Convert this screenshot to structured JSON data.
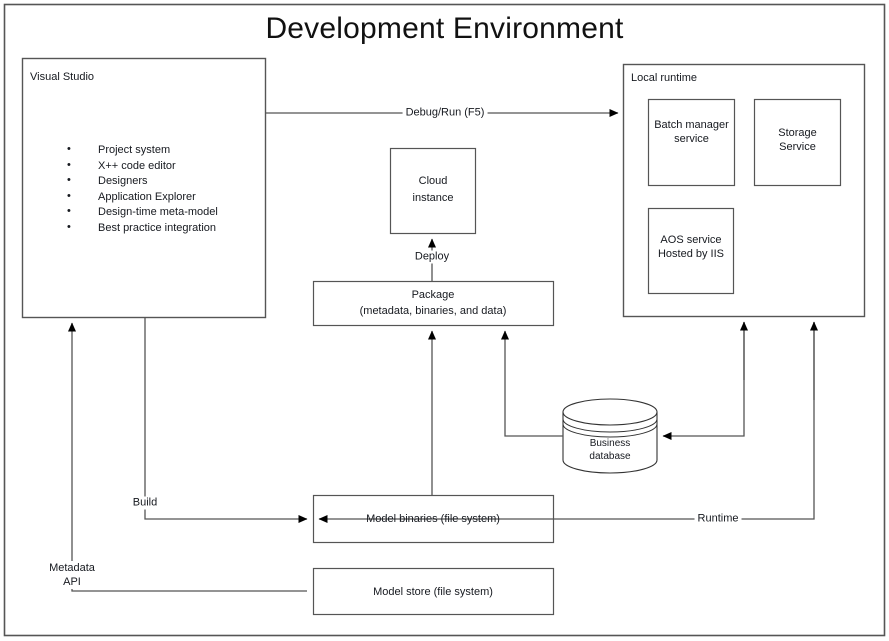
{
  "title": "Development Environment",
  "frame": {
    "name": "diagram-outer-frame"
  },
  "nodes": {
    "visual_studio": {
      "title": "Visual Studio",
      "bullets": [
        "Project system",
        "X++ code editor",
        "Designers",
        "Application Explorer",
        "Design-time meta-model",
        "Best practice integration"
      ]
    },
    "local_runtime": {
      "title": "Local runtime",
      "children": [
        {
          "label": "Batch manager service"
        },
        {
          "label": "Storage Service"
        },
        {
          "label": "AOS service Hosted by IIS"
        }
      ]
    },
    "cloud_instance": {
      "line1": "Cloud",
      "line2": "instance"
    },
    "package": {
      "line1": "Package",
      "line2": "(metadata, binaries, and data)"
    },
    "business_database": {
      "line1": "Business",
      "line2": "database"
    },
    "model_binaries": {
      "label": "Model binaries (file system)"
    },
    "model_store": {
      "label": "Model store (file system)"
    }
  },
  "edges": [
    {
      "id": "debug-run",
      "label": "Debug/Run (F5)",
      "from": "visual_studio",
      "to": "local_runtime"
    },
    {
      "id": "deploy",
      "label": "Deploy",
      "from": "package",
      "to": "cloud_instance"
    },
    {
      "id": "build",
      "label": "Build",
      "from": "visual_studio",
      "to": "model_binaries"
    },
    {
      "id": "metadata-api",
      "label": "Metadata API",
      "label_line1": "Metadata",
      "label_line2": "API",
      "from": "model_store",
      "to": "visual_studio"
    },
    {
      "id": "runtime",
      "label": "Runtime",
      "from": "local_runtime",
      "to": "model_binaries"
    },
    {
      "id": "binaries-to-package",
      "label": "",
      "from": "model_binaries",
      "to": "package"
    },
    {
      "id": "db-to-package",
      "label": "",
      "from": "business_database",
      "to": "package"
    },
    {
      "id": "runtime-to-db",
      "label": "",
      "from": "local_runtime",
      "to": "business_database"
    }
  ],
  "colors": {
    "stroke": "#555555",
    "arrow": "#000000",
    "text": "#16191f",
    "background": "#ffffff"
  }
}
